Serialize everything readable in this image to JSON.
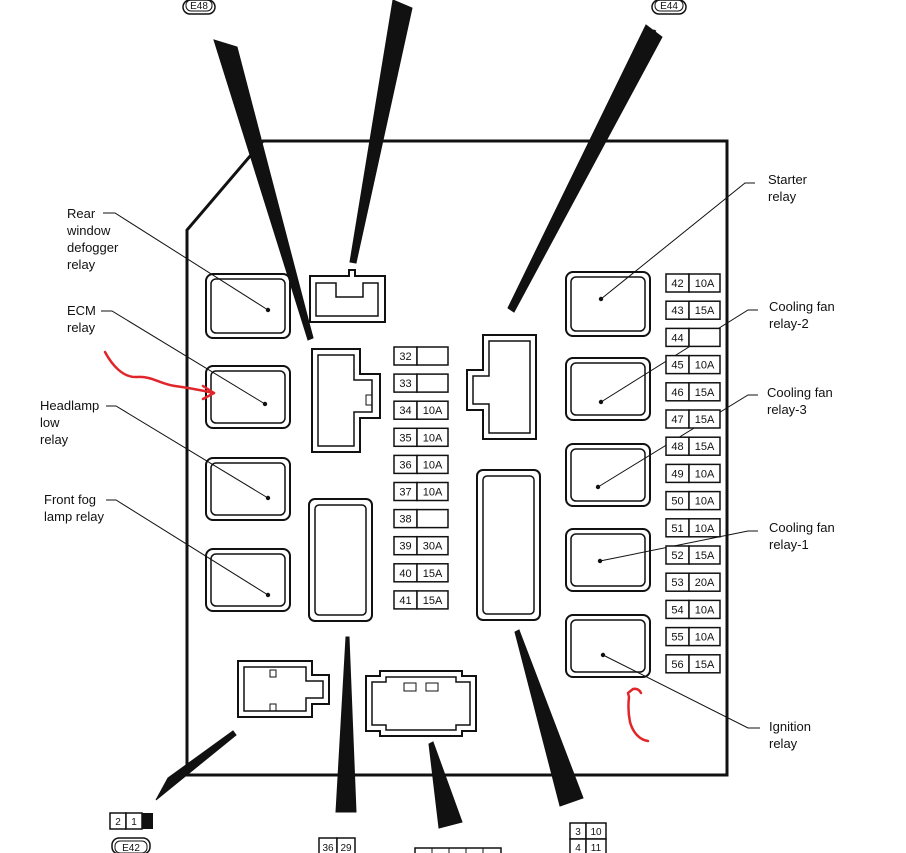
{
  "labels": {
    "rear_defogger_relay": [
      "Rear",
      "window",
      "defogger",
      "relay"
    ],
    "ecm_relay": [
      "ECM",
      "relay"
    ],
    "headlamp_low_relay": [
      "Headlamp",
      "low",
      "relay"
    ],
    "front_fog_lamp_relay": [
      "Front fog",
      "lamp relay"
    ],
    "starter_relay": [
      "Starter",
      "relay"
    ],
    "cooling_fan_relay_2": [
      "Cooling fan",
      "relay-2"
    ],
    "cooling_fan_relay_3": [
      "Cooling fan",
      "relay-3"
    ],
    "cooling_fan_relay_1": [
      "Cooling fan",
      "relay-1"
    ],
    "ignition_relay": [
      "Ignition",
      "relay"
    ]
  },
  "connectors": {
    "top_left": "E48",
    "top_right": "E44",
    "bottom_left": "E42",
    "bottom_left_pins": [
      "2",
      "1"
    ],
    "bottom_mid_pins": [
      "36",
      "29"
    ],
    "bottom_right_pins": [
      [
        "3",
        "10"
      ],
      [
        "4",
        "11"
      ]
    ]
  },
  "fuses_middle": [
    {
      "num": "32",
      "amp": ""
    },
    {
      "num": "33",
      "amp": ""
    },
    {
      "num": "34",
      "amp": "10A"
    },
    {
      "num": "35",
      "amp": "10A"
    },
    {
      "num": "36",
      "amp": "10A"
    },
    {
      "num": "37",
      "amp": "10A"
    },
    {
      "num": "38",
      "amp": ""
    },
    {
      "num": "39",
      "amp": "30A"
    },
    {
      "num": "40",
      "amp": "15A"
    },
    {
      "num": "41",
      "amp": "15A"
    }
  ],
  "fuses_right": [
    {
      "num": "42",
      "amp": "10A"
    },
    {
      "num": "43",
      "amp": "15A"
    },
    {
      "num": "44",
      "amp": ""
    },
    {
      "num": "45",
      "amp": "10A"
    },
    {
      "num": "46",
      "amp": "15A"
    },
    {
      "num": "47",
      "amp": "15A"
    },
    {
      "num": "48",
      "amp": "15A"
    },
    {
      "num": "49",
      "amp": "10A"
    },
    {
      "num": "50",
      "amp": "10A"
    },
    {
      "num": "51",
      "amp": "10A"
    },
    {
      "num": "52",
      "amp": "15A"
    },
    {
      "num": "53",
      "amp": "20A"
    },
    {
      "num": "54",
      "amp": "10A"
    },
    {
      "num": "55",
      "amp": "10A"
    },
    {
      "num": "56",
      "amp": "15A"
    }
  ],
  "colors": {
    "line": "#111111",
    "annotation": "#e0262b"
  }
}
